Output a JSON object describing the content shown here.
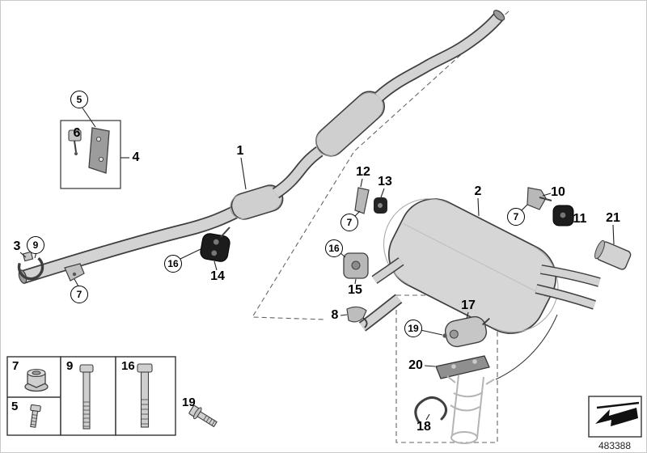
{
  "doc_number": "483388",
  "labels": {
    "n1": "1",
    "n2": "2",
    "n3": "3",
    "n4": "4",
    "n5": "5",
    "n6": "6",
    "n7": "7",
    "n8": "8",
    "n9": "9",
    "n10": "10",
    "n11": "11",
    "n12": "12",
    "n13": "13",
    "n14": "14",
    "n15": "15",
    "n16": "16",
    "n17": "17",
    "n18": "18",
    "n19": "19",
    "n20": "20",
    "n21": "21"
  },
  "icons": {
    "direction": "direction-of-travel-arrow",
    "legend_7": "flange-nut",
    "legend_5": "screw",
    "legend_9": "hex-bolt",
    "legend_16": "hex-bolt",
    "legend_19": "flange-bolt"
  }
}
